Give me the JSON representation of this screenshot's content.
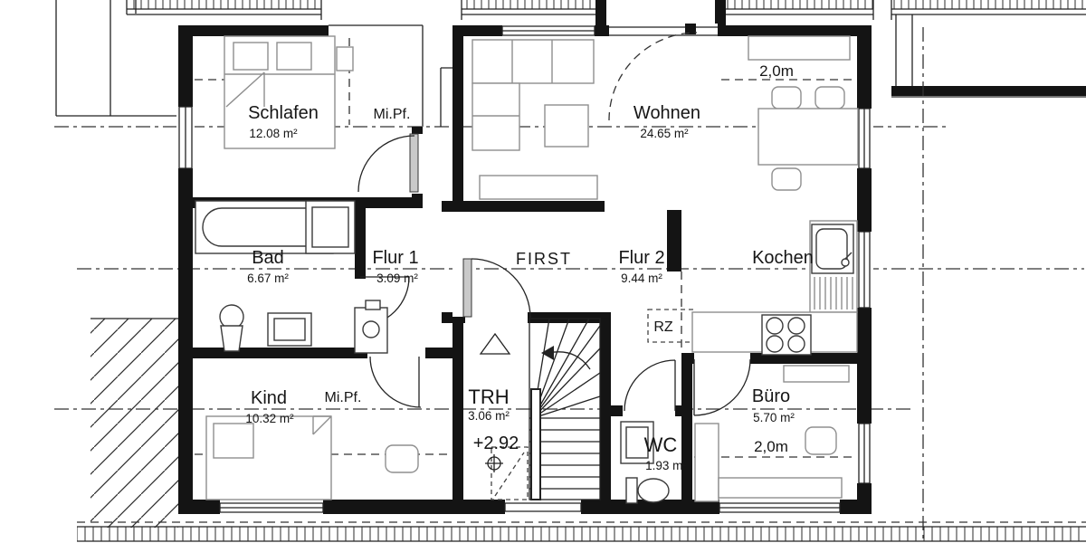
{
  "rooms": [
    {
      "name": "Schlafen",
      "area": "12.08 m²"
    },
    {
      "name": "Wohnen",
      "area": "24.65 m²"
    },
    {
      "name": "Bad",
      "area": "6.67 m²"
    },
    {
      "name": "Flur 1",
      "area": "3.09 m²"
    },
    {
      "name": "Flur 2",
      "area": "9.44 m²"
    },
    {
      "name": "Kochen"
    },
    {
      "name": "Kind",
      "area": "10.32 m²"
    },
    {
      "name": "TRH",
      "area": "3.06 m²"
    },
    {
      "name": "WC",
      "area": "1.93 m²"
    },
    {
      "name": "Büro",
      "area": "5.70 m²"
    }
  ],
  "annotations": {
    "ridge": "FIRST",
    "middle_purlin_top": "Mi.Pf.",
    "middle_purlin_bottom": "Mi.Pf.",
    "height_line_top": "2,0m",
    "height_line_bottom": "2,0m",
    "level_mark": "+2.92",
    "rz": "RZ"
  },
  "colors": {
    "wall": "#141414",
    "line": "#222222",
    "furniture": "#8f8f8f",
    "background": "#ffffff"
  }
}
